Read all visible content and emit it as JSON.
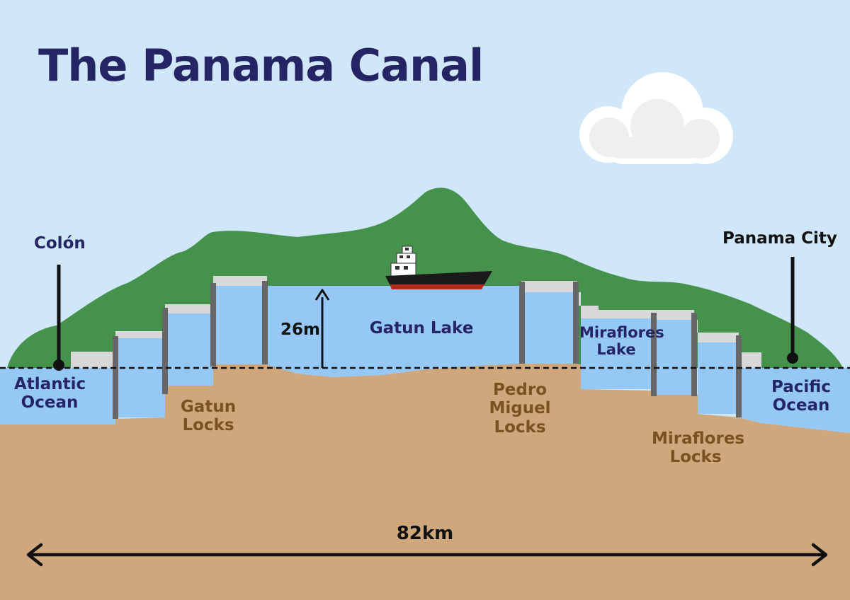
{
  "title": "The Panama Canal",
  "labels": {
    "colon": "Colón",
    "panama_city": "Panama City",
    "atlantic_ocean": "Atlantic Ocean",
    "pacific_ocean": "Pacific Ocean",
    "gatun_lake": "Gatun Lake",
    "miraflores_lake": "Miraflores Lake",
    "gatun_locks": "Gatun Locks",
    "pedro_miguel_locks": "Pedro Miguel Locks",
    "miraflores_locks": "Miraflores Locks",
    "height": "26m",
    "length": "82km"
  },
  "colors": {
    "sky": "#cfe7f8",
    "hill": "#44924c",
    "water": "#96c8f5",
    "ground": "#cfa77c",
    "concrete": "#d8d8d8",
    "lock_gate": "#666666",
    "title": "#252566",
    "lock_label": "#7a5222"
  }
}
